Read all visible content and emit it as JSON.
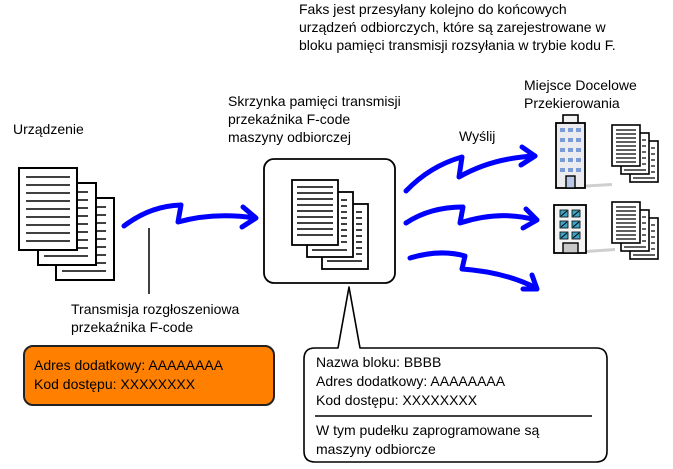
{
  "description": {
    "lines": [
      "Faks jest przesyłany kolejno do końcowych",
      "urządzeń odbiorczych, które są zarejestrowane w",
      "bloku pamięci transmisji rozsyłania w trybie kodu F."
    ]
  },
  "labels": {
    "device": "Urządzenie",
    "memory_box": [
      "Skrzynka pamięci transmisji",
      "przekaźnika F-code",
      "maszyny odbiorczej"
    ],
    "send": "Wyślij",
    "destination": [
      "Miejsce Docelowe",
      "Przekierowania"
    ],
    "broadcast": [
      "Transmisja rozgłoszeniowa",
      "przekaźnika F-code"
    ]
  },
  "sender_info": {
    "sub_address": "Adres dodatkowy: AAAAAAAA",
    "passcode": "Kod dostępu: XXXXXXXX"
  },
  "box_info": {
    "block_name": "Nazwa bloku: BBBB",
    "sub_address": "Adres dodatkowy: AAAAAAAA",
    "passcode": "Kod dostępu: XXXXXXXX",
    "note": [
      "W tym pudełku zaprogramowane są",
      "maszyny odbiorcze"
    ]
  },
  "colors": {
    "arrow": "#0000ff",
    "sender_box": "#ff8000",
    "building_window_blue": "#7a9bd6",
    "building_window_teal": "#3fa3c4"
  }
}
